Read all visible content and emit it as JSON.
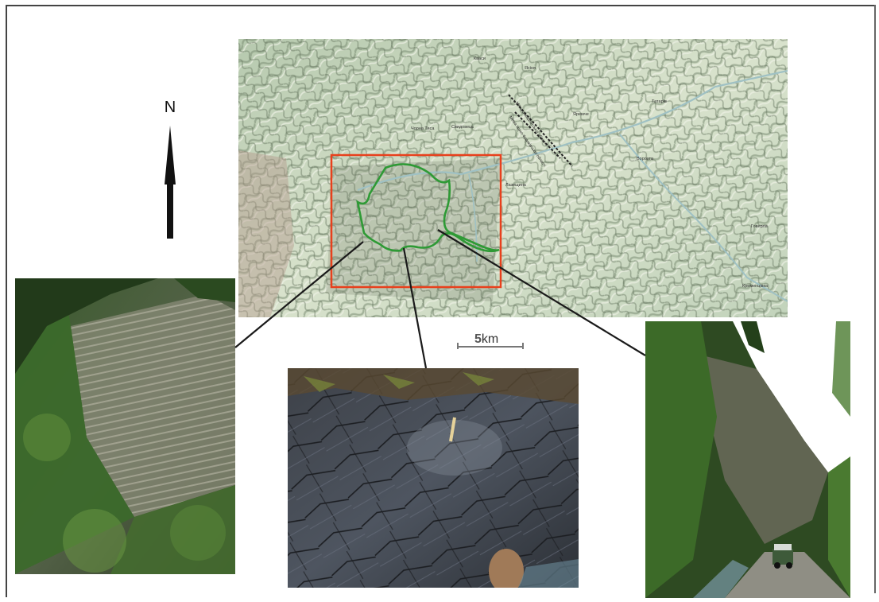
{
  "north_arrow": {
    "label": "N"
  },
  "scale_bar": {
    "value": "5",
    "unit": "km"
  },
  "map": {
    "place_labels": [
      "Кваси",
      "Ясіня",
      "Чорна Тиса",
      "Свидовець",
      "Лазещина",
      "Ворохта",
      "Татарів",
      "Яремче",
      "Кременцівка",
      "Говерла"
    ],
    "road_labels": [
      "Межа Закарпатської області",
      "Межа Івано-Франківської області"
    ],
    "colors": {
      "study_area_box": "#e8401c",
      "outcrop_outline": "#2e9a35",
      "leader_lines": "#1a1a1a"
    }
  },
  "photos": [
    {
      "name": "left-outcrop-photo",
      "description_icon": "cliff-forest-photo"
    },
    {
      "name": "center-outcrop-photo",
      "description_icon": "dark-shale-closeup-photo"
    },
    {
      "name": "right-outcrop-photo",
      "description_icon": "road-cliff-car-photo"
    }
  ]
}
